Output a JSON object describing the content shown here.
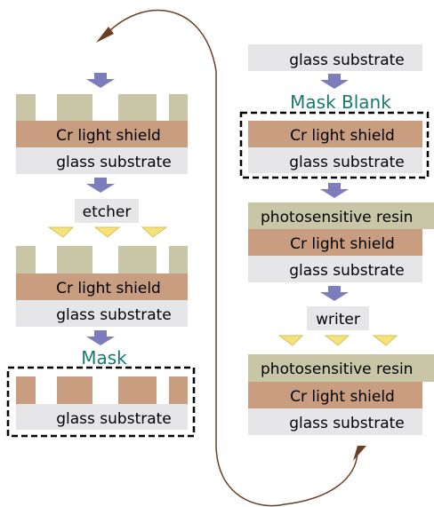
{
  "labels": {
    "glass": "glass substrate",
    "cr": "Cr light shield",
    "resin": "photosensitive resin",
    "etcher": "etcher",
    "writer": "writer",
    "mask_blank": "Mask Blank",
    "mask": "Mask"
  },
  "colors": {
    "glass": "#e6e6e9",
    "cr": "#c89d80",
    "resin": "#c8c6a6",
    "arrow": "#7d7cbc",
    "beam": "#f6e27a",
    "beam_stroke": "#d7c259",
    "teal": "#1a7a70",
    "curve": "#6b3e26"
  },
  "icons": {
    "process_arrow": "down-arrow-icon",
    "beam": "triangle-beam-icon",
    "flow": "curved-arrow-icon"
  }
}
